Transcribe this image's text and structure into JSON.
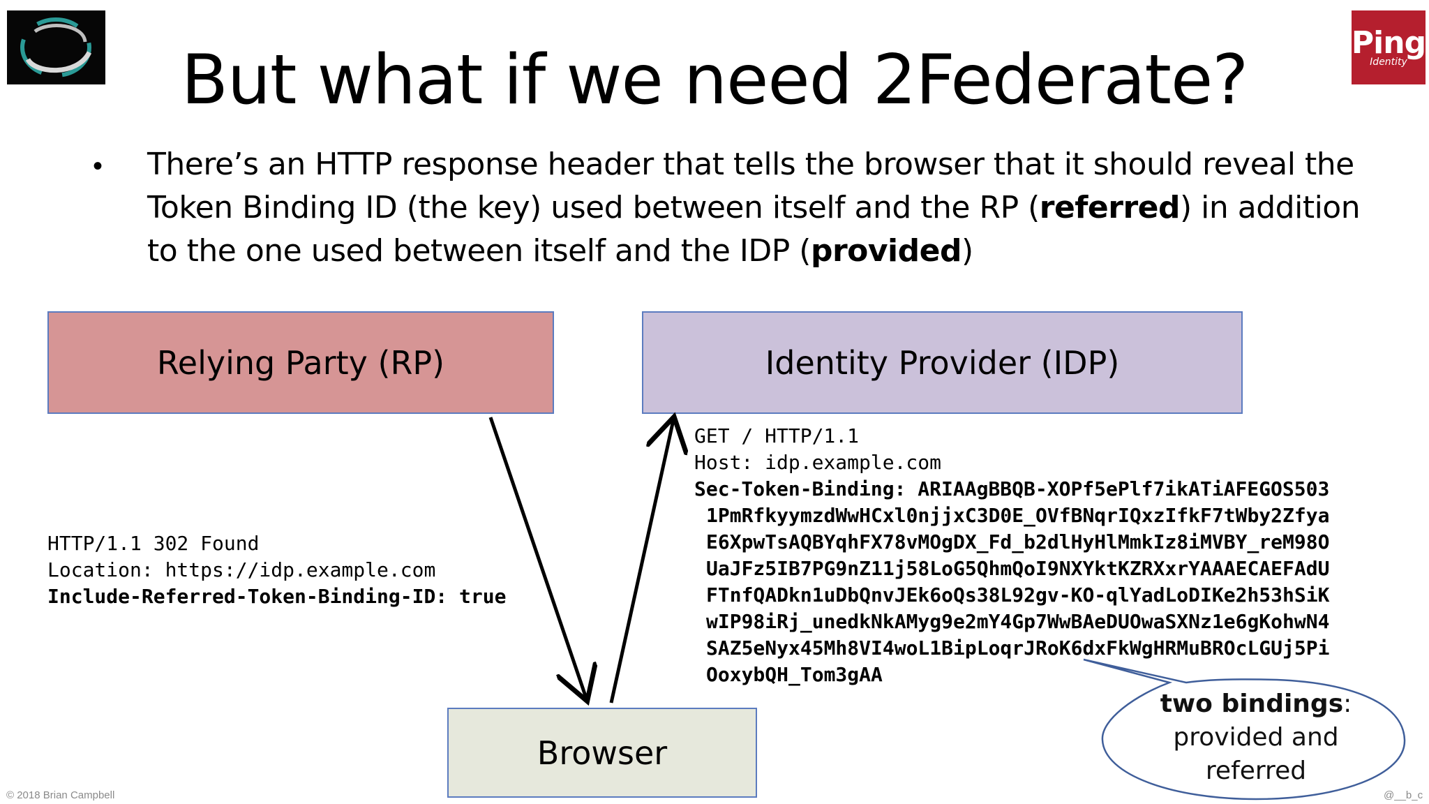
{
  "logos": {
    "left_icon": "swirl-logo-icon",
    "right_text": "Ping",
    "right_subtext": "Identity"
  },
  "title": "But what if we need 2Federate?",
  "bullet": {
    "text_before_referred": "There’s an HTTP response header that tells the browser that it should reveal the Token Binding ID (the key) used between itself and the RP (",
    "referred": "referred",
    "text_between": ") in addition to the one used between itself and the IDP (",
    "provided": "provided",
    "text_after": ")"
  },
  "boxes": {
    "rp": "Relying Party (RP)",
    "idp": "Identity Provider (IDP)",
    "browser": "Browser"
  },
  "response": {
    "line1": "HTTP/1.1 302 Found",
    "line2": "Location: https://idp.example.com",
    "line3": "Include-Referred-Token-Binding-ID: true"
  },
  "request": {
    "line1": "GET / HTTP/1.1",
    "line2": "Host: idp.example.com",
    "header_name": "Sec-Token-Binding: ",
    "token_lines": [
      "ARIAAgBBQB-XOPf5ePlf7ikATiAFEGOS503",
      "1PmRfkyymzdWwHCxl0njjxC3D0E_OVfBNqrIQxzIfkF7tWby2Zfya",
      "E6XpwTsAQBYqhFX78vMOgDX_Fd_b2dlHyHlMmkIz8iMVBY_reM98O",
      "UaJFz5IB7PG9nZ11j58LoG5QhmQoI9NXYktKZRXxrYAAAECAEFAdU",
      "FTnfQADkn1uDbQnvJEk6oQs38L92gv-KO-qlYadLoDIKe2h53hSiK",
      "wIP98iRj_unedkNkAMyg9e2mY4Gp7WwBAeDUOwaSXNz1e6gKohwN4",
      "SAZ5eNyx45Mh8VI4woL1BipLoqrJRoK6dxFkWgHRMuBROcLGUj5Pi",
      "OoxybQH_Tom3gAA"
    ]
  },
  "callout": {
    "bold": "two bindings",
    "rest_line1": ":",
    "line2": "provided and",
    "line3": "referred"
  },
  "footer": {
    "left": "© 2018 Brian Campbell",
    "right": "@__b_c"
  }
}
